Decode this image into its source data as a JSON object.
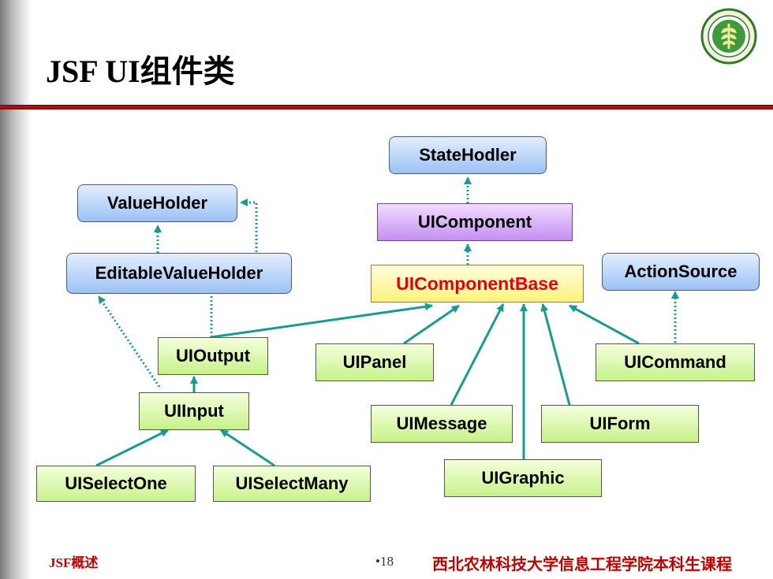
{
  "slide": {
    "title": "JSF UI组件类",
    "footer_left": "JSF概述",
    "page_number": "•18",
    "footer_right": "西北农林科技大学信息工程学院本科生课程"
  },
  "colors": {
    "accent_red": "#b01818",
    "arrow": "#1a9a93",
    "highlight_text": "#e0001a"
  },
  "icons": {
    "logo": "university-seal-icon"
  },
  "diagram": {
    "nodes": {
      "stateholder": "StateHodler",
      "uicomponent": "UIComponent",
      "uicomponentbase": "UIComponentBase",
      "valueholder": "ValueHolder",
      "editablevalueholder": "EditableValueHolder",
      "actionsource": "ActionSource",
      "uioutput": "UIOutput",
      "uipanel": "UIPanel",
      "uicommand": "UICommand",
      "uiinput": "UIInput",
      "uimessage": "UIMessage",
      "uiform": "UIForm",
      "uiselectone": "UISelectOne",
      "uiselectmany": "UISelectMany",
      "uigraphic": "UIGraphic"
    },
    "edges": [
      {
        "from": "UIComponent",
        "to": "StateHodler",
        "style": "dotted"
      },
      {
        "from": "UIComponentBase",
        "to": "UIComponent",
        "style": "dotted"
      },
      {
        "from": "EditableValueHolder",
        "to": "ValueHolder",
        "style": "dotted"
      },
      {
        "from": "UIOutput",
        "to": "ValueHolder",
        "style": "dotted"
      },
      {
        "from": "UIInput",
        "to": "EditableValueHolder",
        "style": "dotted"
      },
      {
        "from": "UICommand",
        "to": "ActionSource",
        "style": "dotted"
      },
      {
        "from": "UIOutput",
        "to": "UIComponentBase",
        "style": "solid"
      },
      {
        "from": "UIPanel",
        "to": "UIComponentBase",
        "style": "solid"
      },
      {
        "from": "UIMessage",
        "to": "UIComponentBase",
        "style": "solid"
      },
      {
        "from": "UIGraphic",
        "to": "UIComponentBase",
        "style": "solid"
      },
      {
        "from": "UIForm",
        "to": "UIComponentBase",
        "style": "solid"
      },
      {
        "from": "UICommand",
        "to": "UIComponentBase",
        "style": "solid"
      },
      {
        "from": "UIInput",
        "to": "UIOutput",
        "style": "solid"
      },
      {
        "from": "UISelectOne",
        "to": "UIInput",
        "style": "solid"
      },
      {
        "from": "UISelectMany",
        "to": "UIInput",
        "style": "solid"
      }
    ]
  }
}
